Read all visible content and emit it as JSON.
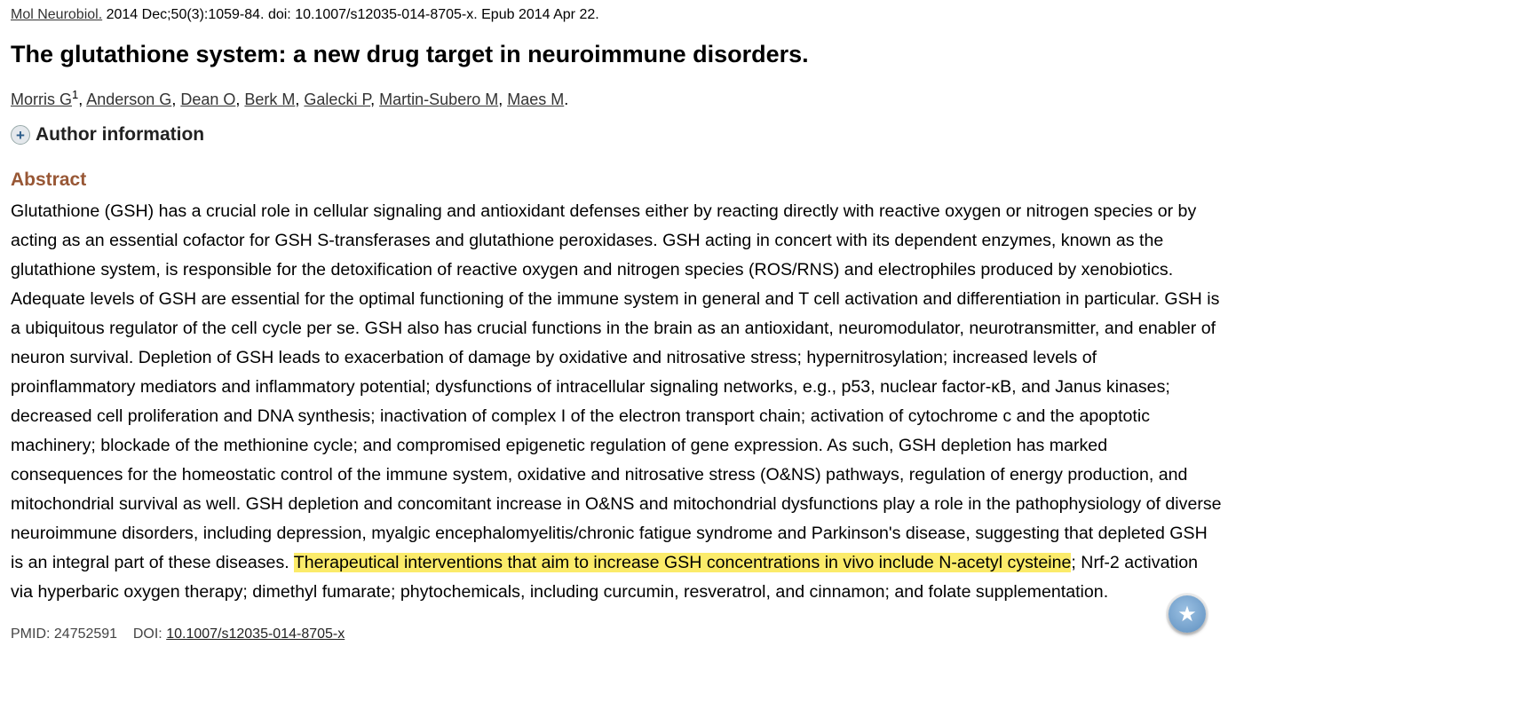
{
  "citation": {
    "journal": "Mol Neurobiol.",
    "rest": " 2014 Dec;50(3):1059-84. doi: 10.1007/s12035-014-8705-x. Epub 2014 Apr 22."
  },
  "title": "The glutathione system: a new drug target in neuroimmune disorders.",
  "authors": [
    "Morris G",
    "Anderson G",
    "Dean O",
    "Berk M",
    "Galecki P",
    "Martin-Subero M",
    "Maes M"
  ],
  "author_sup": "1",
  "author_info": "Author information",
  "abstract_heading": "Abstract",
  "abstract_lines": [
    "Glutathione (GSH) has a crucial role in cellular signaling and antioxidant defenses either by reacting directly with reactive oxygen or nitrogen species or by",
    "acting as an essential cofactor for GSH S-transferases and glutathione peroxidases. GSH acting in concert with its dependent enzymes, known as the",
    "glutathione system, is responsible for the detoxification of reactive oxygen and nitrogen species (ROS/RNS) and electrophiles produced by xenobiotics.",
    "Adequate levels of GSH are essential for the optimal functioning of the immune system in general and T cell activation and differentiation in particular. GSH is",
    "a ubiquitous regulator of the cell cycle per se. GSH also has crucial functions in the brain as an antioxidant, neuromodulator, neurotransmitter, and enabler of",
    "neuron survival. Depletion of GSH leads to exacerbation of damage by oxidative and nitrosative stress; hypernitrosylation; increased levels of",
    "proinflammatory mediators and inflammatory potential; dysfunctions of intracellular signaling networks, e.g., p53, nuclear factor-κB, and Janus kinases;",
    "decreased cell proliferation and DNA synthesis; inactivation of complex I of the electron transport chain; activation of cytochrome c and the apoptotic",
    "machinery; blockade of the methionine cycle; and compromised epigenetic regulation of gene expression. As such, GSH depletion has marked",
    "consequences for the homeostatic control of the immune system, oxidative and nitrosative stress (O&NS) pathways, regulation of energy production, and",
    "mitochondrial survival as well. GSH depletion and concomitant increase in O&NS and mitochondrial dysfunctions play a role in the pathophysiology of diverse",
    "neuroimmune disorders, including depression, myalgic encephalomyelitis/chronic fatigue syndrome and Parkinson's disease, suggesting that depleted GSH"
  ],
  "abstract_line12": {
    "before": "is an integral part of these diseases. ",
    "highlight": "Therapeutical interventions that aim to increase GSH concentrations in vivo include N-acetyl cysteine",
    "after": "; Nrf-2 activation"
  },
  "abstract_line13": "via hyperbaric oxygen therapy; dimethyl fumarate; phytochemicals, including curcumin, resveratrol, and cinnamon; and folate supplementation.",
  "footer": {
    "pmid_label": "PMID: 24752591",
    "doi_label": "DOI: ",
    "doi": "10.1007/s12035-014-8705-x"
  },
  "highlight_color": "#fbeb6a"
}
